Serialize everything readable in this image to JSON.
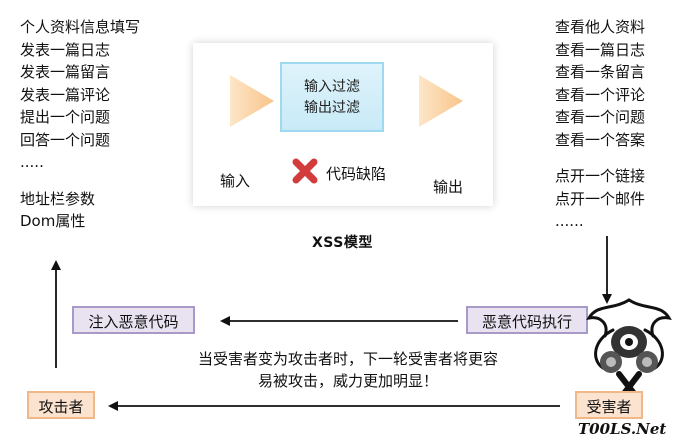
{
  "left_list": {
    "group1": [
      "个人资料信息填写",
      "发表一篇日志",
      "发表一篇留言",
      "发表一篇评论",
      "提出一个问题",
      "回答一个问题",
      "....."
    ],
    "group2": [
      "地址栏参数",
      "Dom属性"
    ]
  },
  "right_list": {
    "group1": [
      "查看他人资料",
      "查看一篇日志",
      "查看一条留言",
      "查看一个评论",
      "查看一个问题",
      "查看一个答案"
    ],
    "group2": [
      "点开一个链接",
      "点开一个邮件",
      "......"
    ]
  },
  "model": {
    "filter_line1": "输入过滤",
    "filter_line2": "输出过滤",
    "input_label": "输入",
    "output_label": "输出",
    "defect_label": "代码缺陷",
    "title": "XSS模型"
  },
  "flow": {
    "inject": "注入恶意代码",
    "execute": "恶意代码执行",
    "attacker": "攻击者",
    "victim": "受害者",
    "note_line1": "当受害者变为攻击者时，下一轮受害者将更容",
    "note_line2": "易被攻击，威力更加明显！"
  },
  "watermark": "T00LS.Net",
  "colors": {
    "arrow_fill": "#fbd8b0",
    "filter_fill": "#d2eef9",
    "defect_mark": "#d23c3c",
    "purple_tag": "#e8e2f1",
    "orange_tag": "#fbe3cf"
  }
}
